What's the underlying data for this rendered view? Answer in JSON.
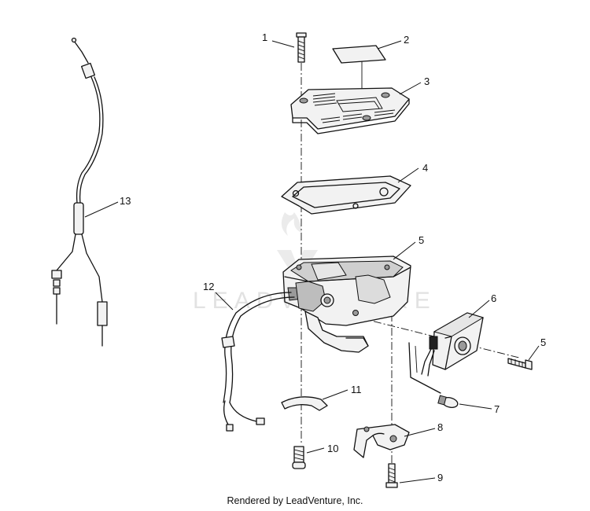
{
  "diagram": {
    "callouts": [
      "1",
      "2",
      "3",
      "4",
      "5",
      "5",
      "6",
      "7",
      "8",
      "9",
      "10",
      "11",
      "12",
      "13"
    ],
    "watermark": "LEADVENTURE",
    "credit": "Rendered by LeadVenture, Inc."
  },
  "colors": {
    "line": "#111111",
    "watermark": "#e2e2e2",
    "background": "#ffffff"
  }
}
